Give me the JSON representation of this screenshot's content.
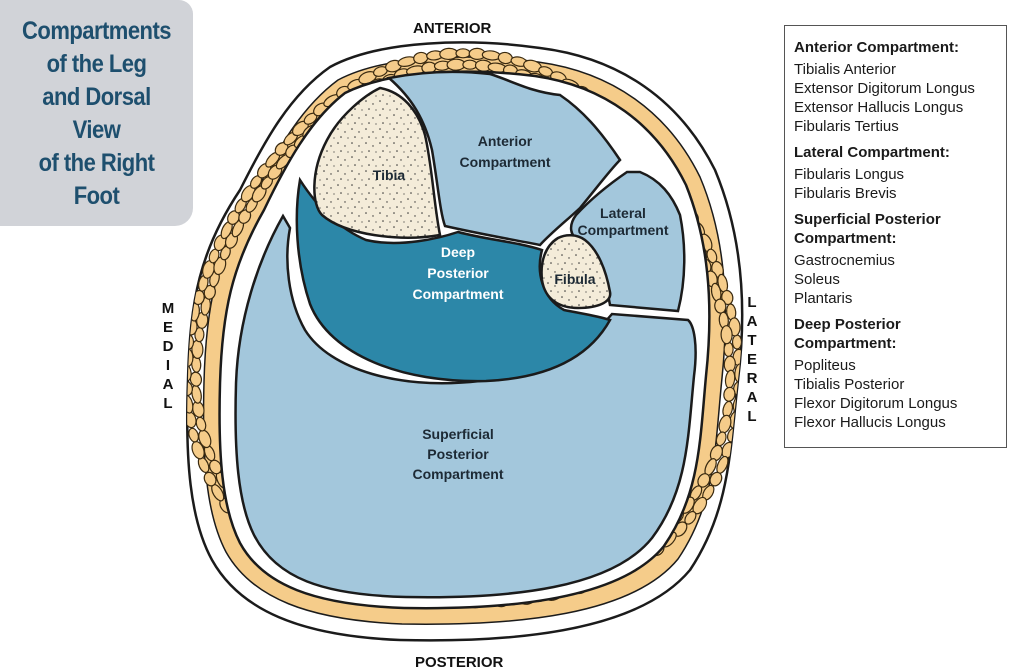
{
  "title": "Compartments\nof the Leg\nand Dorsal\nView\nof the Right\nFoot",
  "orientation": {
    "top": "ANTERIOR",
    "bottom": "POSTERIOR",
    "left": [
      "M",
      "E",
      "D",
      "I",
      "A",
      "L"
    ],
    "right": [
      "L",
      "A",
      "T",
      "E",
      "R",
      "A",
      "L"
    ]
  },
  "diagram_labels": {
    "tibia": "Tibia",
    "fibula": "Fibula",
    "anterior": [
      "Anterior",
      "Compartment"
    ],
    "lateral": [
      "Lateral",
      "Compartment"
    ],
    "deep_posterior": [
      "Deep",
      "Posterior",
      "Compartment"
    ],
    "superficial_posterior": [
      "Superficial",
      "Posterior",
      "Compartment"
    ]
  },
  "colors": {
    "title_box": "#d1d3d8",
    "title_text": "#1e4f6e",
    "compartment_light": "#a3c7dc",
    "compartment_deep": "#2c87a8",
    "bone": "#f4ecd9",
    "fat": "#f5cc8a",
    "outline": "#1b1b1b"
  },
  "legend": [
    {
      "heading": "Anterior Compartment:",
      "items": [
        "Tibialis Anterior",
        "Extensor Digitorum Longus",
        "Extensor Hallucis Longus",
        "Fibularis Tertius"
      ]
    },
    {
      "heading": "Lateral Compartment:",
      "items": [
        "Fibularis Longus",
        "Fibularis Brevis"
      ]
    },
    {
      "heading": "Superficial Posterior Compartment:",
      "items": [
        "Gastrocnemius",
        "Soleus",
        "Plantaris"
      ]
    },
    {
      "heading": "Deep Posterior Compartment:",
      "items": [
        "Popliteus",
        "Tibialis Posterior",
        "Flexor Digitorum Longus",
        "Flexor Hallucis Longus"
      ]
    }
  ]
}
